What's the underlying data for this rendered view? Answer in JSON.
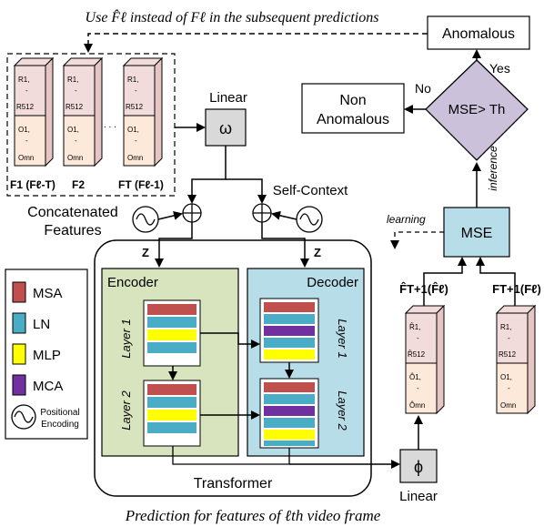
{
  "caption_top": "Use F̂ℓ instead of Fℓ in the subsequent predictions",
  "caption_bottom": "Prediction for features of ℓth video frame",
  "concat": {
    "features": [
      {
        "top": [
          "R1,",
          "-",
          "R512"
        ],
        "bottom": [
          "O1,",
          "-",
          "Omn"
        ],
        "label": "F1 (Fℓ-T)"
      },
      {
        "top": [
          "R1,",
          "-",
          "R512"
        ],
        "bottom": [
          "O1,",
          "-",
          "Omn"
        ],
        "label": "F2"
      },
      {
        "top": [
          "R1,",
          "-",
          "R512"
        ],
        "bottom": [
          "O1,",
          "-",
          "Omn"
        ],
        "label": "FT (Fℓ-1)"
      }
    ],
    "ellipsis": ". . .",
    "label_line1": "Concatenated",
    "label_line2": "Features"
  },
  "linear_top": {
    "title": "Linear",
    "symbol": "ω"
  },
  "self_context": "Self-Context",
  "z_left": "Z",
  "z_right": "Z",
  "transformer_label": "Transformer",
  "encoder": {
    "title": "Encoder",
    "layer1": "Layer 1",
    "layer2": "Layer 2"
  },
  "decoder": {
    "title": "Decoder",
    "layer1": "Layer 1",
    "layer2": "Layer 2"
  },
  "legend": [
    {
      "label": "MSA",
      "color": "#c0504d"
    },
    {
      "label": "LN",
      "color": "#4bacc6"
    },
    {
      "label": "MLP",
      "color": "#ffff00"
    },
    {
      "label": "MCA",
      "color": "#7030a0"
    }
  ],
  "legend_pe_line1": "Positional",
  "legend_pe_line2": "Encoding",
  "linear_bottom": {
    "title": "Linear",
    "symbol": "ϕ"
  },
  "pred_feature": {
    "label": "F̂T+1(F̂ℓ)",
    "top": [
      "R̂1,",
      "-",
      "R̂512"
    ],
    "bottom": [
      "Ô1,",
      "-",
      "Ômn"
    ]
  },
  "true_feature": {
    "label": "FT+1(Fℓ)",
    "top": [
      "R1,",
      "-",
      "R512"
    ],
    "bottom": [
      "O1,",
      "-",
      "Omn"
    ]
  },
  "mse": "MSE",
  "learning": "learning",
  "inference": "inference",
  "decision": {
    "text": "MSE> Th",
    "yes": "Yes",
    "no": "No"
  },
  "anomalous": "Anomalous",
  "non_anomalous_line1": "Non",
  "non_anomalous_line2": "Anomalous",
  "colors": {
    "feat_top": "#f2dcdb",
    "feat_bottom": "#fde9d9",
    "encoder_bg": "#d7e4bd",
    "decoder_bg": "#b7dde8",
    "mse_bg": "#b7dde8",
    "decision_bg": "#ccc1da",
    "linear_bg": "#d9d9d9"
  }
}
